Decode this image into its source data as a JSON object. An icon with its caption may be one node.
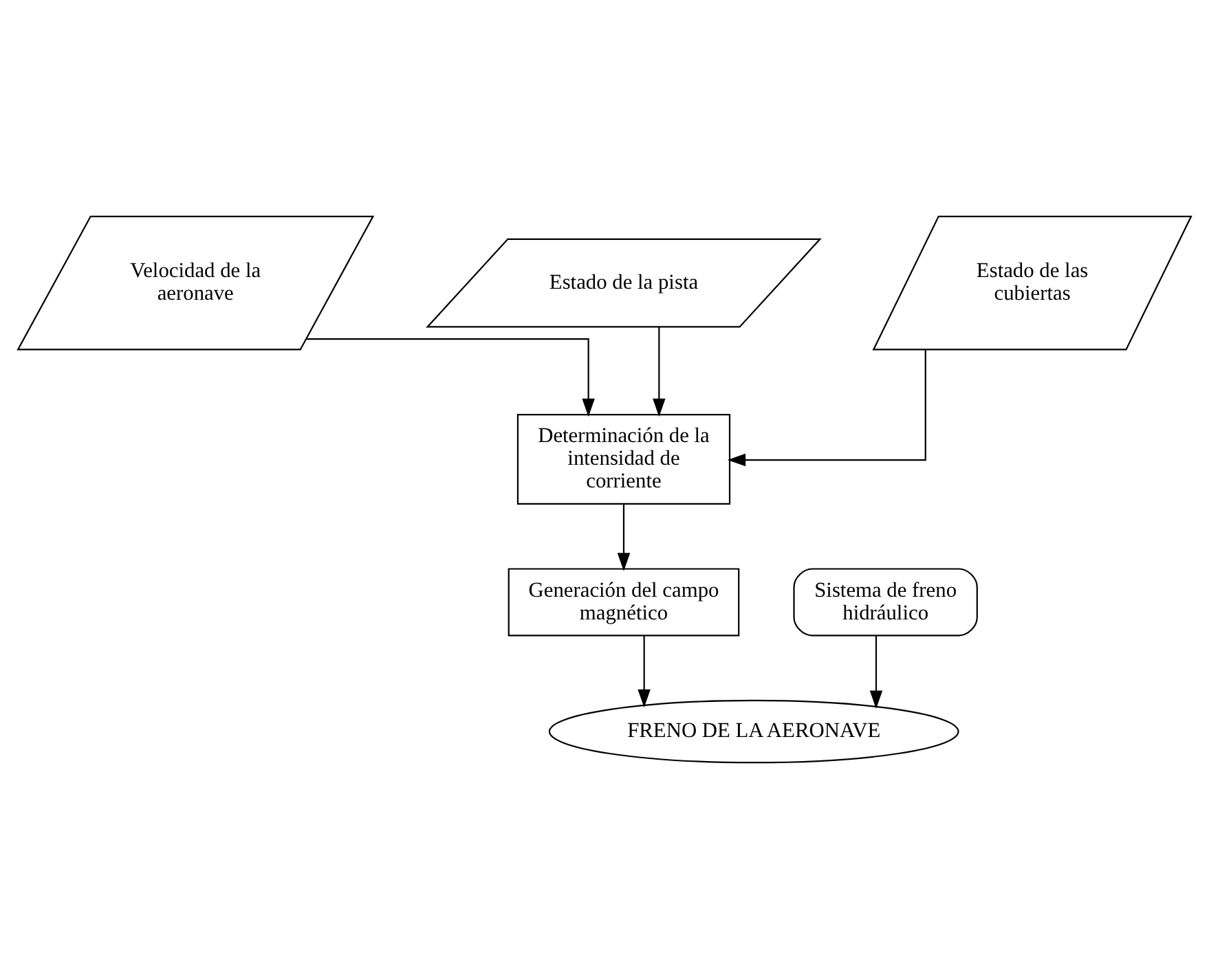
{
  "diagram": {
    "nodes": [
      {
        "text": [
          "Velocidad de la aeronave"
        ]
      },
      {
        "text": [
          "Estado de la pista"
        ]
      },
      {
        "text": [
          "Estado de las cubiertas"
        ]
      },
      {
        "text": [
          "Determinación de la intensidad de corriente"
        ]
      },
      {
        "text": [
          "Generación del campo magnético"
        ]
      },
      {
        "text": [
          "Sistema de freno hidráulico"
        ]
      },
      {
        "text": [
          "FRENO DE LA AERONAVE"
        ]
      }
    ],
    "edges": [
      {
        "from": 0,
        "to": 3,
        "arrow": "to"
      },
      {
        "from": 1,
        "to": 3,
        "arrow": "to"
      },
      {
        "from": 2,
        "to": 3,
        "arrow": "to"
      },
      {
        "from": 3,
        "to": 4,
        "arrow": "to"
      },
      {
        "from": 4,
        "to": 6,
        "arrow": "to"
      },
      {
        "from": 5,
        "to": 6,
        "arrow": "to"
      }
    ]
  }
}
